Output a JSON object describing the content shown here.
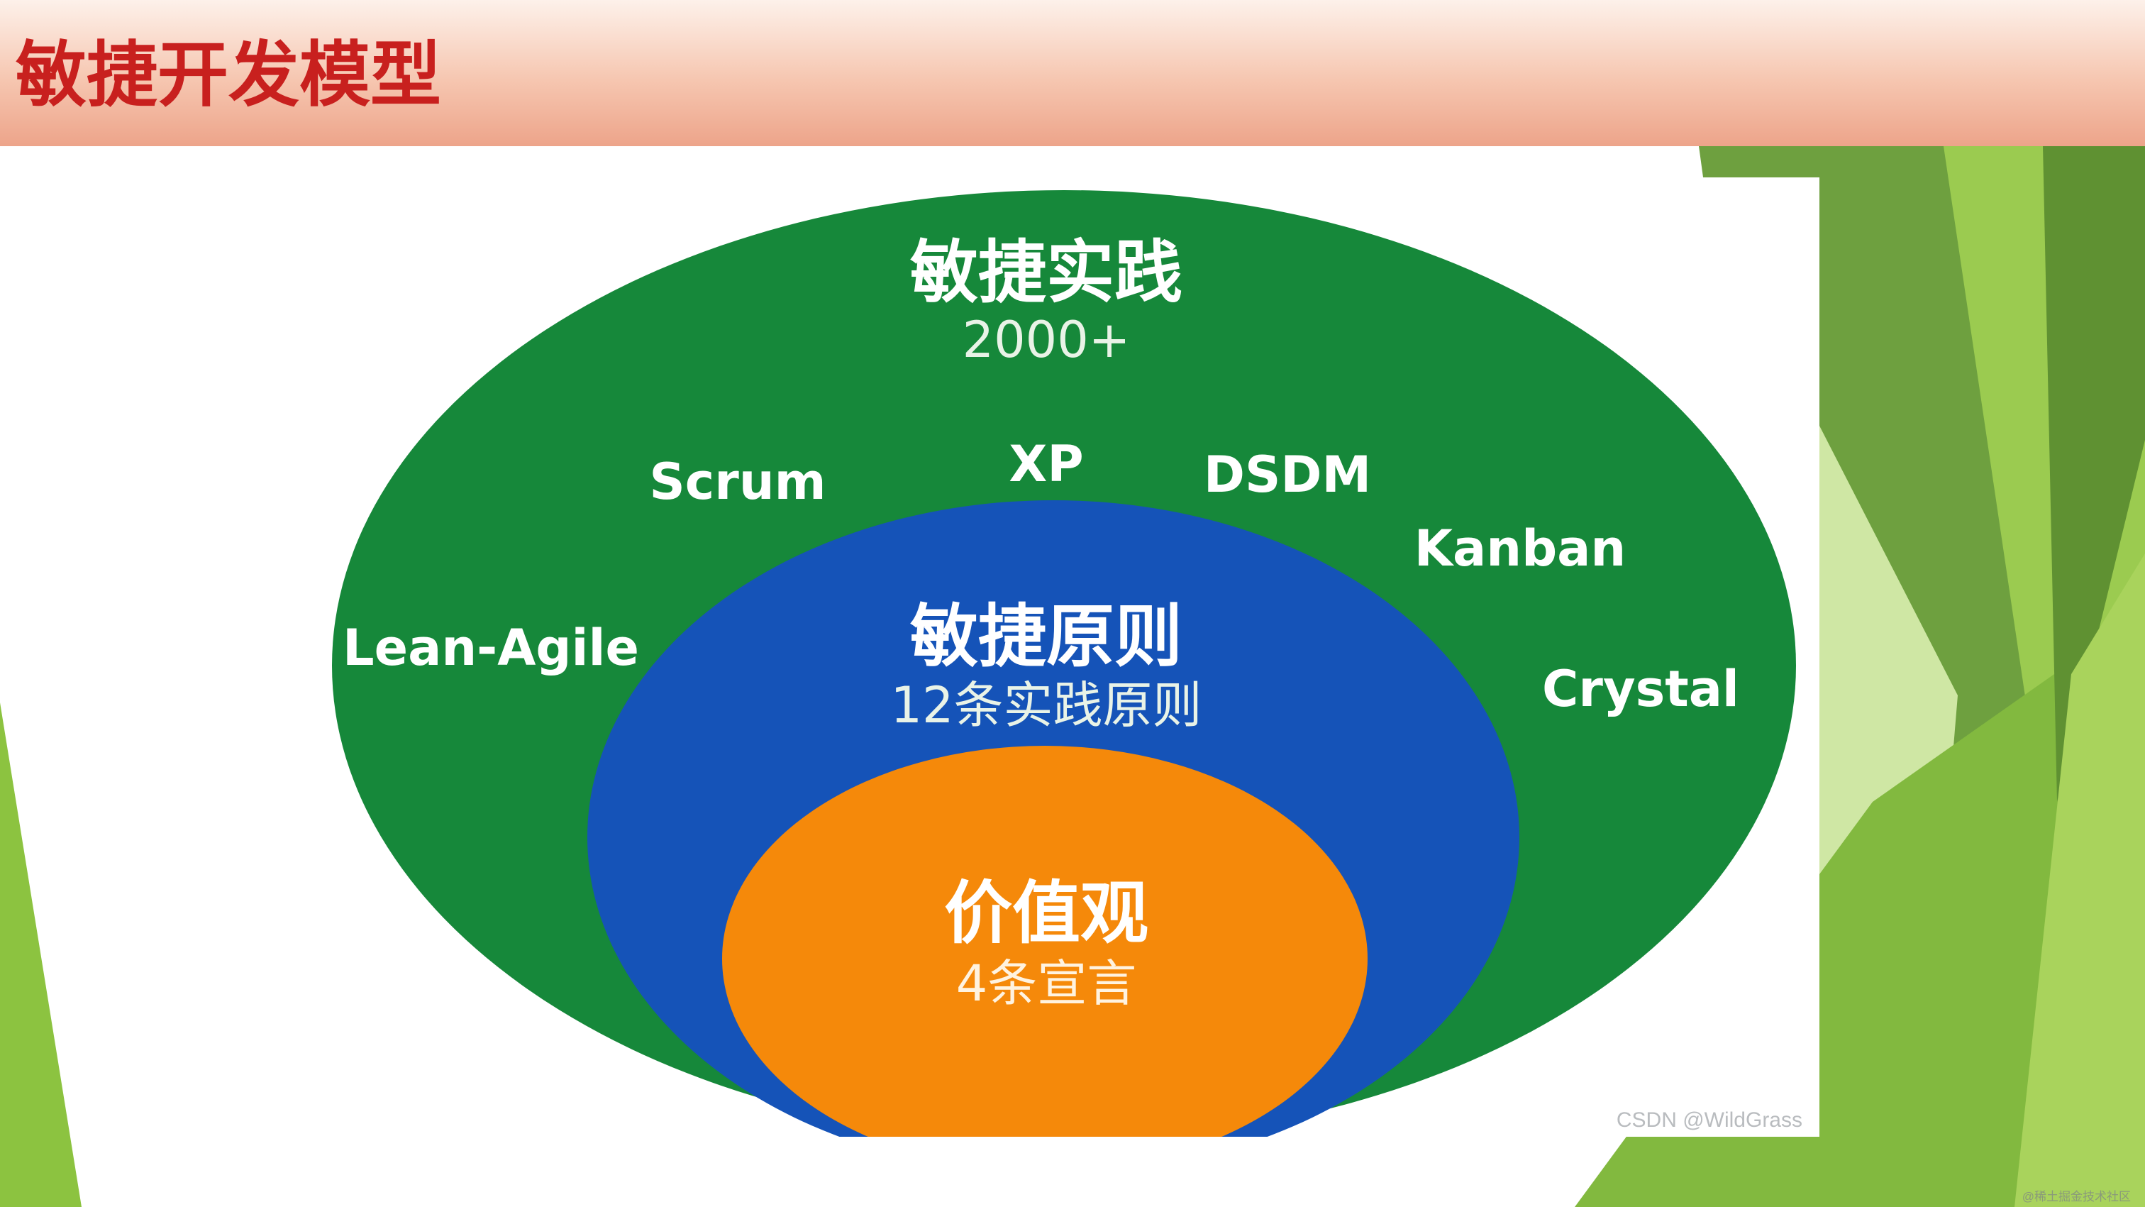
{
  "slide": {
    "title": "敏捷开发模型",
    "corner_mark": "@稀土掘金技术社区"
  },
  "diagram": {
    "outer": {
      "title": "敏捷实践",
      "subtitle": "2000+",
      "methods": [
        "Scrum",
        "XP",
        "DSDM",
        "Kanban",
        "Lean-Agile",
        "Crystal"
      ],
      "color": "#16883a"
    },
    "middle": {
      "title": "敏捷原则",
      "subtitle": "12条实践原则",
      "color": "#1553b8"
    },
    "inner": {
      "title": "价值观",
      "subtitle": "4条宣言",
      "color": "#f5890a"
    },
    "watermark": "CSDN @WildGrass"
  },
  "colors": {
    "title_red": "#c8201e",
    "header_peach": "#f6c6b0",
    "deco_green": "#7ab648"
  }
}
